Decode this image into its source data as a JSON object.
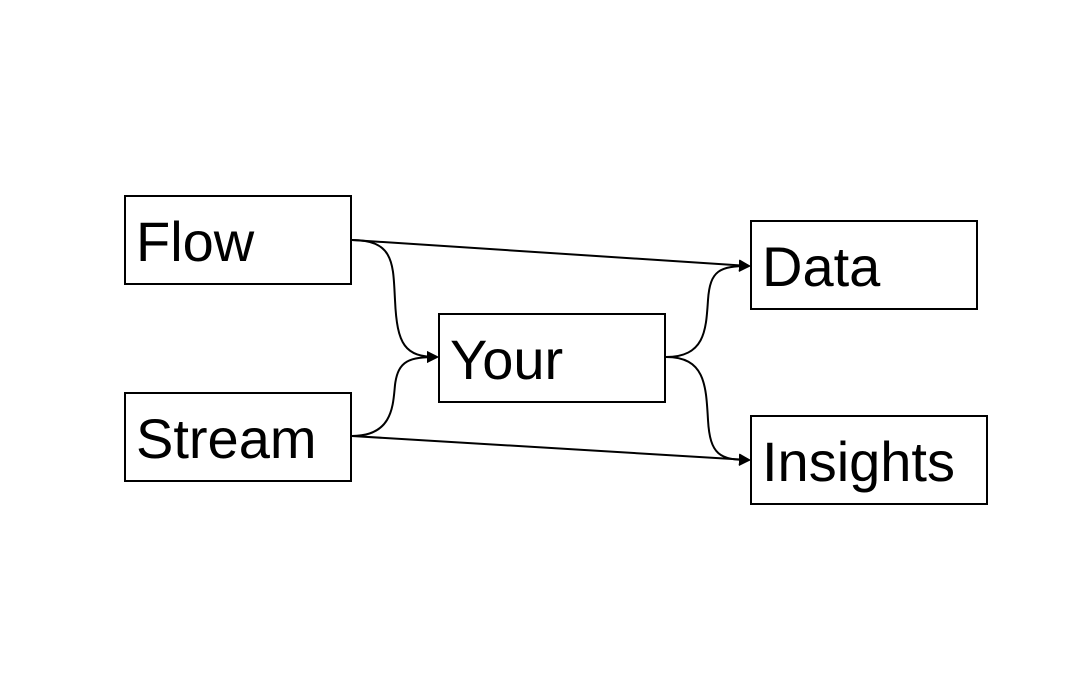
{
  "diagram": {
    "nodes": {
      "flow": {
        "label": "Flow"
      },
      "stream": {
        "label": "Stream"
      },
      "your": {
        "label": "Your"
      },
      "data": {
        "label": "Data"
      },
      "insights": {
        "label": "Insights"
      }
    },
    "edges": [
      {
        "from": "Flow",
        "to": "Data"
      },
      {
        "from": "Flow",
        "to": "Your"
      },
      {
        "from": "Stream",
        "to": "Your"
      },
      {
        "from": "Stream",
        "to": "Insights"
      },
      {
        "from": "Your",
        "to": "Data"
      },
      {
        "from": "Your",
        "to": "Insights"
      }
    ],
    "colors": {
      "stroke": "#000000",
      "background": "#ffffff"
    }
  }
}
